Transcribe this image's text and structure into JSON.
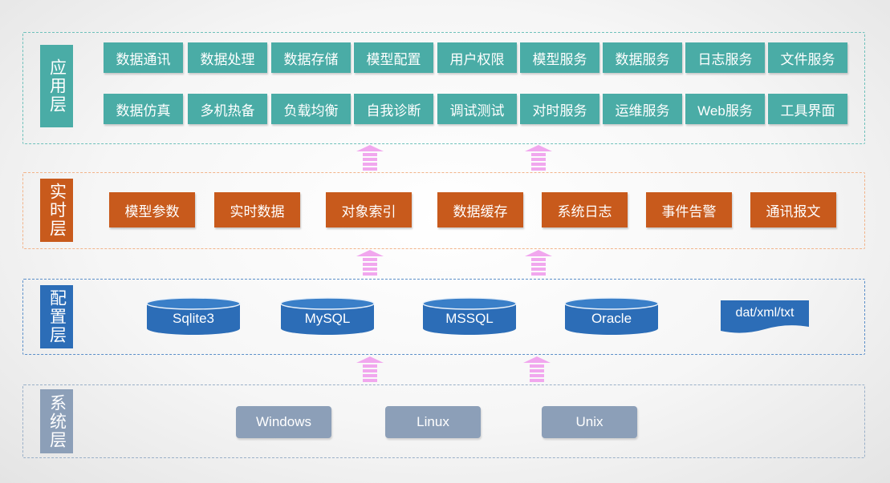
{
  "layers": {
    "application": {
      "label": "应用层",
      "row1": [
        "数据通讯",
        "数据处理",
        "数据存储",
        "模型配置",
        "用户权限",
        "模型服务",
        "数据服务",
        "日志服务",
        "文件服务"
      ],
      "row2": [
        "数据仿真",
        "多机热备",
        "负载均衡",
        "自我诊断",
        "调试测试",
        "对时服务",
        "运维服务",
        "Web服务",
        "工具界面"
      ]
    },
    "realtime": {
      "label": "实时层",
      "items": [
        "模型参数",
        "实时数据",
        "对象索引",
        "数据缓存",
        "系统日志",
        "事件告警",
        "通讯报文"
      ]
    },
    "config": {
      "label": "配置层",
      "databases": [
        "Sqlite3",
        "MySQL",
        "MSSQL",
        "Oracle"
      ],
      "files": "dat/xml/txt"
    },
    "system": {
      "label": "系统层",
      "os": [
        "Windows",
        "Linux",
        "Unix"
      ]
    }
  },
  "colors": {
    "application": "#4aaca6",
    "realtime": "#c85a1c",
    "config": "#2c6db7",
    "system": "#8c9fb8",
    "arrow": "#f1a7ee"
  }
}
